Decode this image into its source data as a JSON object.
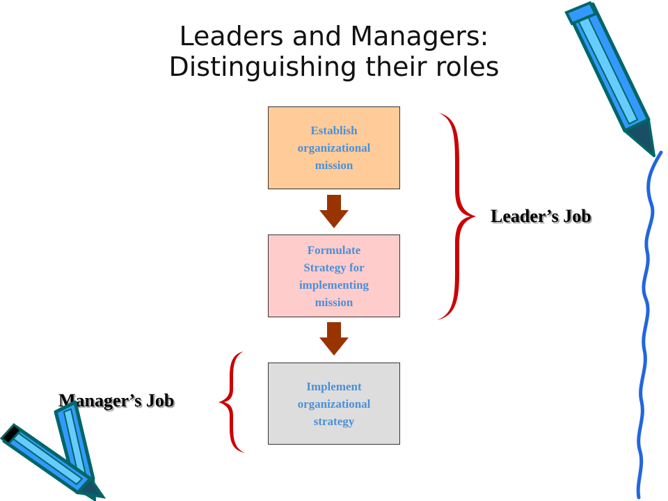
{
  "title": {
    "line1": "Leaders and Managers:",
    "line2": "Distinguishing their roles"
  },
  "steps": [
    {
      "label": "Establish\norganizational\nmission",
      "fill": "#ffcc99"
    },
    {
      "label": "Formulate\nStrategy for\nimplementing\nmission",
      "fill": "#ffcccc"
    },
    {
      "label": "Implement\norganizational\nstrategy",
      "fill": "#dddddd"
    }
  ],
  "labels": {
    "leader": "Leader’s Job",
    "manager": "Manager’s Job"
  },
  "colors": {
    "box_text": "#4a90d9",
    "arrow": "#993300",
    "brace": "#cc0000",
    "pencil_body": "#3399ff",
    "pencil_outline": "#006666"
  },
  "icons": {
    "flow_arrow": "down-arrow-icon",
    "leader_brace": "right-curly-brace-icon",
    "manager_brace": "left-curly-brace-icon",
    "pencil": "pencil-icon"
  }
}
